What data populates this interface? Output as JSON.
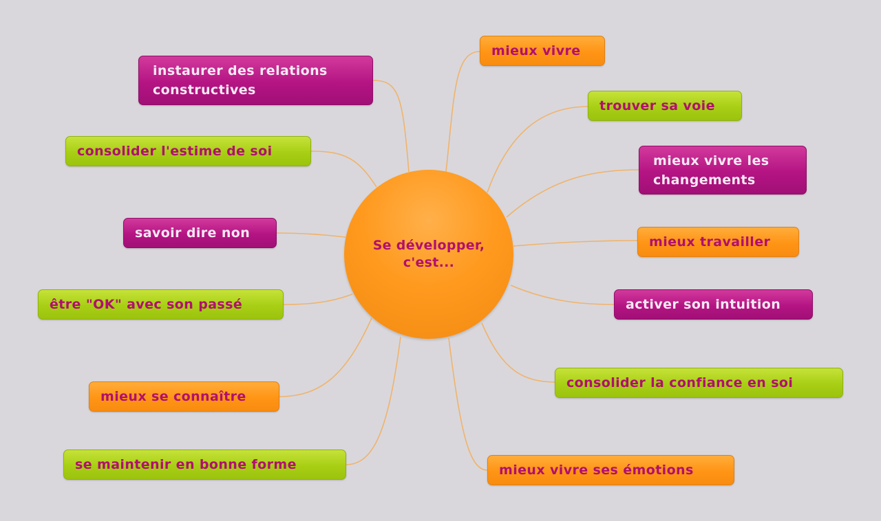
{
  "center": {
    "label": "Se développer,\nc'est..."
  },
  "nodes": {
    "mieux_vivre": "mieux vivre",
    "trouver_sa_voie": "trouver sa voie",
    "mieux_vivre_changements": "mieux vivre les\nchangements",
    "mieux_travailler": "mieux travailler",
    "activer_intuition": "activer son intuition",
    "consolider_confiance": "consolider la confiance en soi",
    "mieux_vivre_emotions": "mieux vivre ses émotions",
    "se_maintenir": "se maintenir en bonne forme",
    "mieux_se_connaitre": "mieux se connaître",
    "etre_ok": "être \"OK\" avec son passé",
    "savoir_dire_non": "savoir dire non",
    "consolider_estime": "consolider l'estime de soi",
    "instaurer_relations": "instaurer des relations\nconstructives"
  },
  "colors": {
    "background": "#d9d7dc",
    "orange": "#ff9415",
    "green": "#a8cf14",
    "magenta": "#b41483",
    "text_magenta": "#b0106e",
    "connector": "#f0b36a"
  }
}
